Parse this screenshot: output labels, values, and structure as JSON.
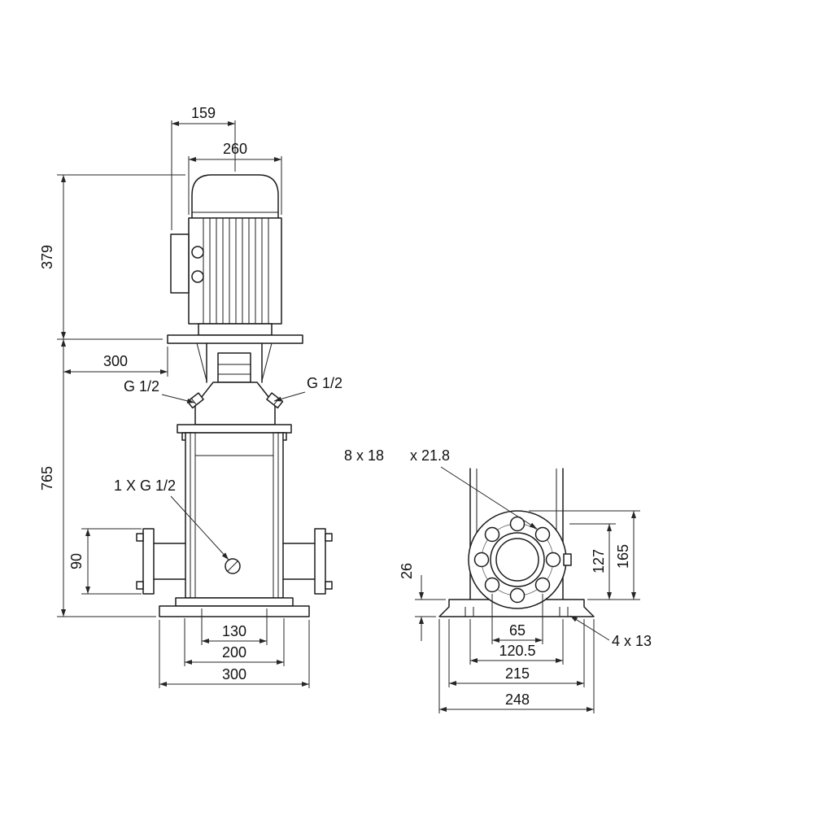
{
  "drawing": {
    "front_view": {
      "motor_depth": "159",
      "motor_width": "260",
      "motor_height": "379",
      "service_clearance": "300",
      "pump_height": "765",
      "flange_height": "90",
      "port_left": "G 1/2",
      "port_right": "G 1/2",
      "drain": "1 X G 1/2",
      "base_inner": "130",
      "base_bolt": "200",
      "base_width": "300"
    },
    "side_view": {
      "bolt_holes": "8 x 18",
      "bolt_depth": "x 21.8",
      "base_thickness": "26",
      "port_height": "127",
      "flange_top": "165",
      "base_slots": "4 x 13",
      "bolt_spacing": "65",
      "slot_spacing": "120.5",
      "base_depth": "215",
      "base_overall": "248"
    }
  }
}
